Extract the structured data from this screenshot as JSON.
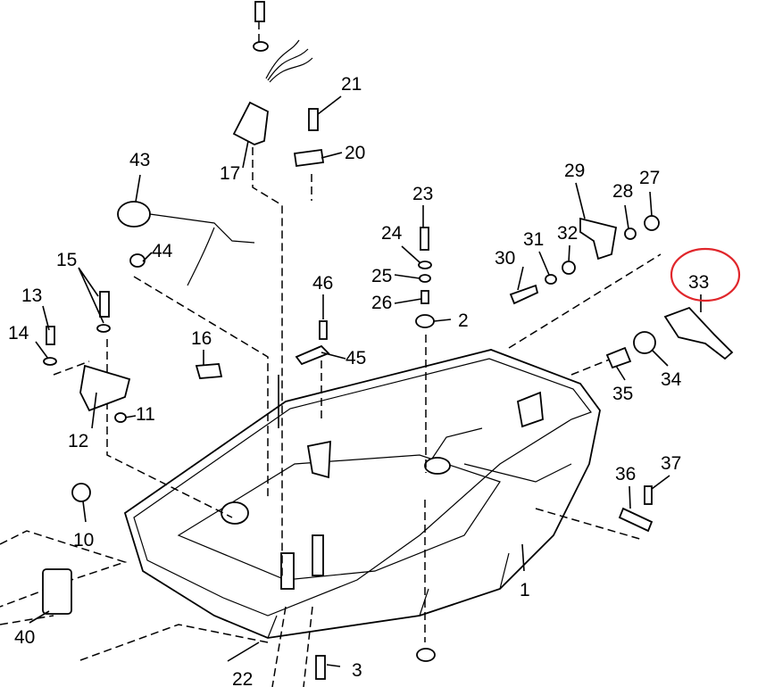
{
  "diagram": {
    "highlight_color": "#e0262b",
    "highlighted_part": "33",
    "callouts": [
      "1",
      "2",
      "3",
      "10",
      "11",
      "12",
      "13",
      "14",
      "15",
      "16",
      "17",
      "20",
      "21",
      "22",
      "23",
      "24",
      "25",
      "26",
      "27",
      "28",
      "29",
      "30",
      "31",
      "32",
      "33",
      "34",
      "35",
      "36",
      "37",
      "40",
      "43",
      "44",
      "45",
      "46"
    ]
  }
}
